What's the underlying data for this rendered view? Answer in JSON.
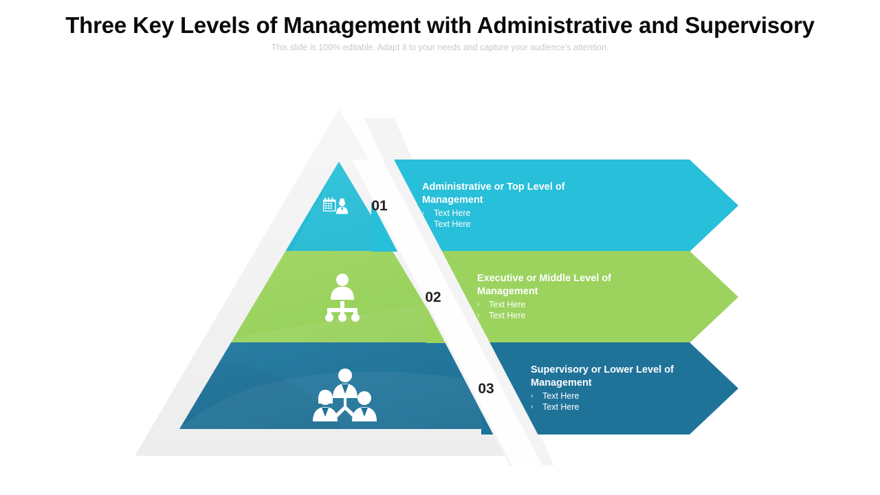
{
  "header": {
    "title": "Three Key Levels of Management  with Administrative and Supervisory",
    "subtitle": "This slide is 100% editable. Adapt it to your needs and capture your audience's attention."
  },
  "colors": {
    "tier_top": "#27bfd9",
    "tier_middle": "#9bd35e",
    "tier_bottom": "#1f7399",
    "outline": "#efefef",
    "divider": "#f2f2f2",
    "title_text": "#0b0b0b",
    "subtitle_text": "#c9c9c9",
    "number_text": "#231f20",
    "band_text": "#ffffff"
  },
  "levels": [
    {
      "number": "01",
      "title": "Administrative  or  Top Level of Management",
      "bullets": [
        "Text Here",
        "Text Here"
      ],
      "bullet_marker": "›",
      "icon": "person-with-calendar-icon",
      "color": "#27bfd9"
    },
    {
      "number": "02",
      "title": "Executive or Middle Level of Management",
      "bullets": [
        "Text Here",
        "Text Here"
      ],
      "bullet_marker": "›",
      "icon": "org-chart-hierarchy-icon",
      "color": "#9bd35e"
    },
    {
      "number": "03",
      "title": "Supervisory or Lower Level of Management",
      "bullets": [
        "Text Here",
        "Text Here"
      ],
      "bullet_marker": "›",
      "icon": "team-of-three-people-icon",
      "color": "#1f7399"
    }
  ]
}
